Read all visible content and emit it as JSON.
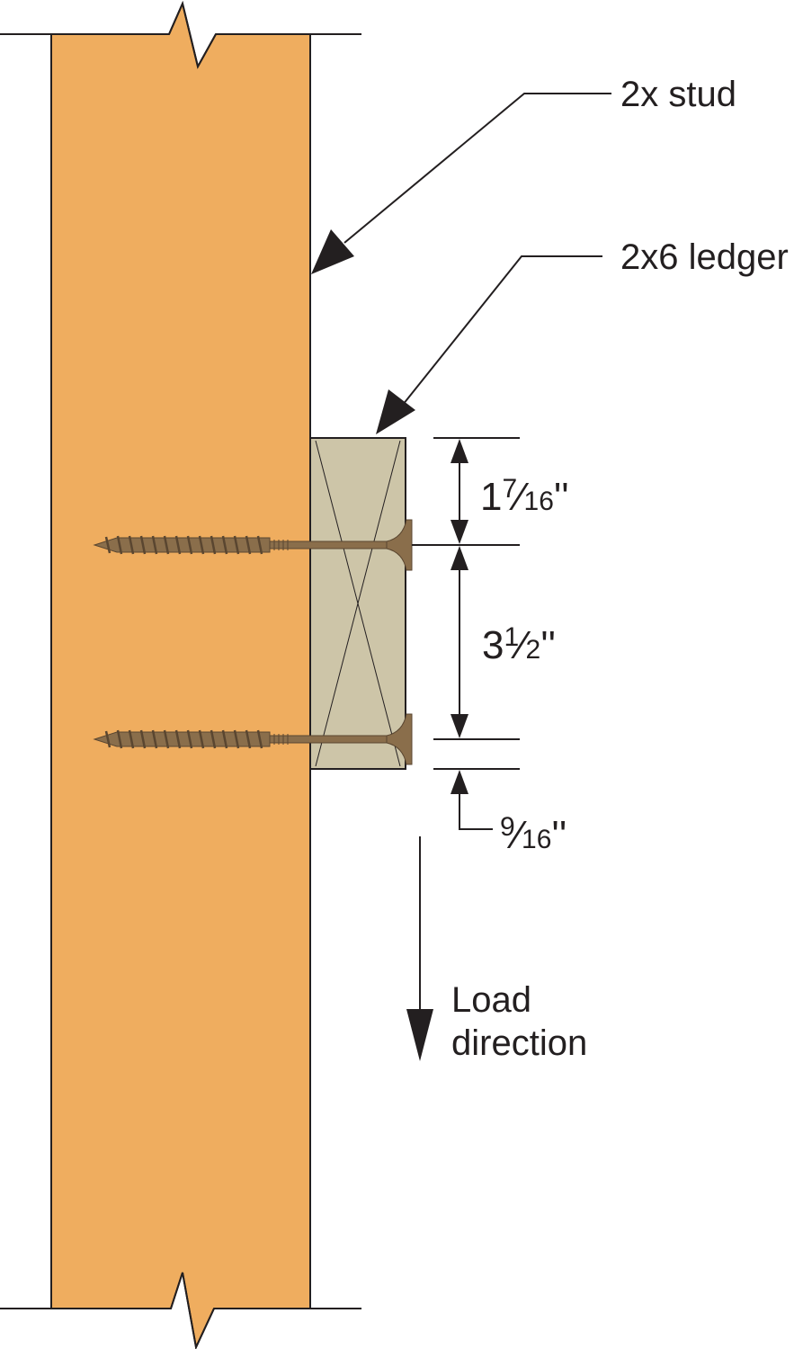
{
  "labels": {
    "stud": "2x stud",
    "ledger": "2x6 ledger",
    "load_line1": "Load",
    "load_line2": "direction"
  },
  "dimensions": {
    "top_edge": {
      "whole": "1",
      "num": "7",
      "den": "16",
      "unit": "''"
    },
    "between_screws": {
      "whole": "3",
      "num": "1",
      "den": "2",
      "unit": "''"
    },
    "bottom_edge": {
      "whole": "",
      "num": "9",
      "den": "16",
      "unit": "''"
    }
  },
  "colors": {
    "stud": "#efad5f",
    "ledger": "#cdc5a8",
    "screw": "#8a6e4b",
    "line": "#231f20"
  },
  "icons": [
    "screw-icon",
    "arrow-icon",
    "break-line-icon"
  ]
}
